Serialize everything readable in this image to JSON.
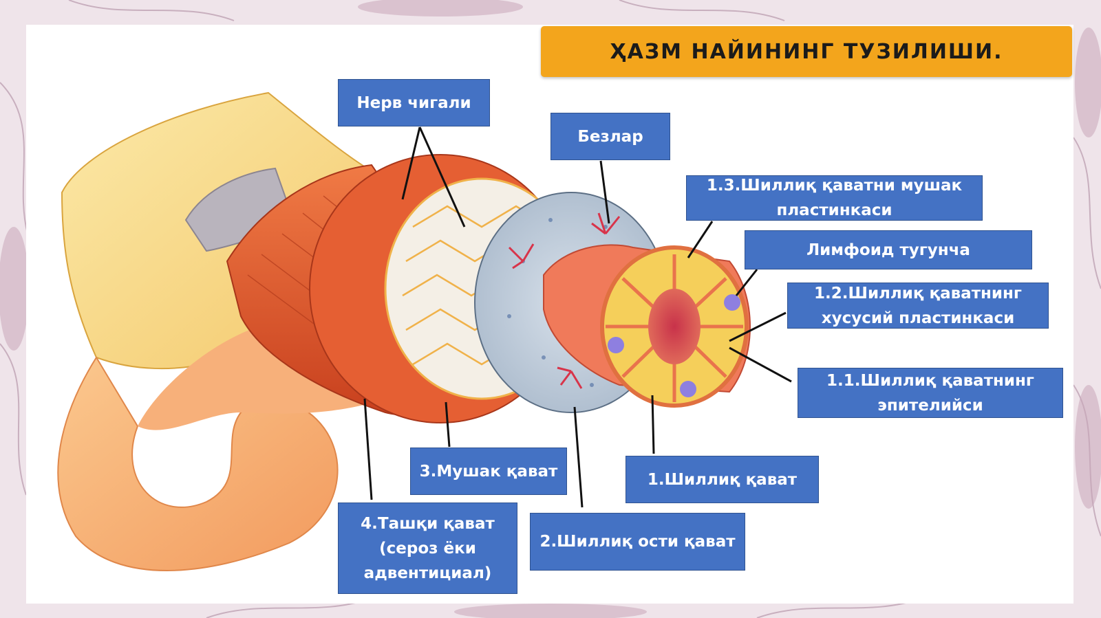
{
  "title": "ҲАЗМ НАЙИНИНГ ТУЗИЛИШИ.",
  "labels": {
    "nerve": "Нерв чигали",
    "glands": "Безлар",
    "muscularis_mucosae": "1.3.Шиллиқ қаватни мушак\nпластинкаси",
    "lymphoid": "Лимфоид тугунча",
    "lamina_propria": "1.2.Шиллиқ қаватнинг\nхусусий пластинкаси",
    "epithelium": "1.1.Шиллиқ қаватнинг\nэпителийси",
    "mucosa": "1.Шиллиқ қават",
    "muscular": "3.Мушак қават",
    "outer": "4.Ташқи қават\n(сероз ёки\nадвентициал)",
    "submucosa": "2.Шиллиқ ости қават"
  },
  "colors": {
    "label_fill": "#4472c4",
    "title_fill": "#f3a51c",
    "muscle": "#e2572e",
    "submucosa": "#b9c7d6",
    "mucosa": "#f07a5a",
    "outer_tissue": "#f8b27a",
    "fat": "#f7e08a"
  }
}
